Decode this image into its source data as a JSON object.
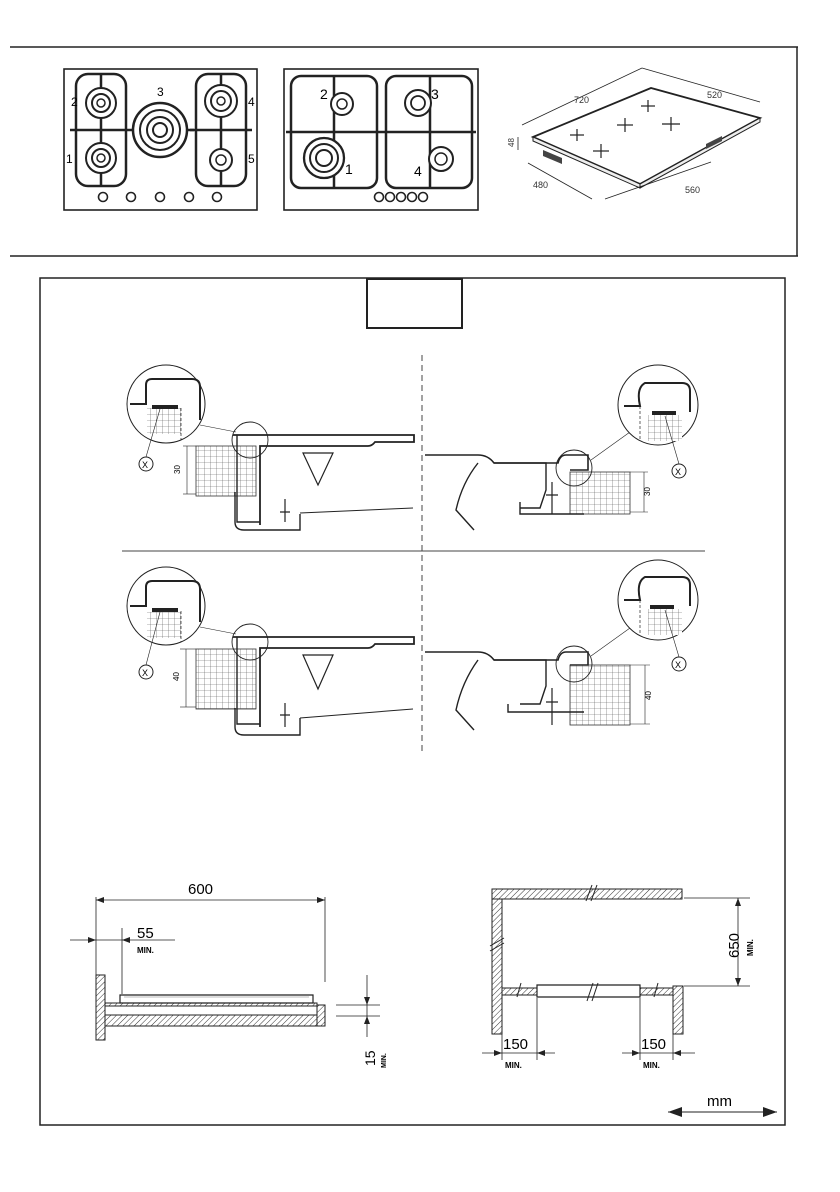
{
  "top_panel": {
    "hob1": {
      "burners": [
        "1",
        "2",
        "3",
        "4",
        "5"
      ]
    },
    "hob2": {
      "burners": [
        "1",
        "2",
        "3",
        "4"
      ]
    },
    "dims": {
      "width": "720",
      "depth": "520",
      "height": "48",
      "front_depth": "480",
      "front_width": "560"
    }
  },
  "bottom_panel": {
    "mark_x": "X",
    "dims": {
      "top_thick": "30",
      "bottom_thick": "40"
    },
    "clearance": {
      "width": "600",
      "side": "55",
      "min": "MIN.",
      "under": "15",
      "above": "650",
      "left": "150",
      "right": "150"
    },
    "unit": "mm"
  }
}
